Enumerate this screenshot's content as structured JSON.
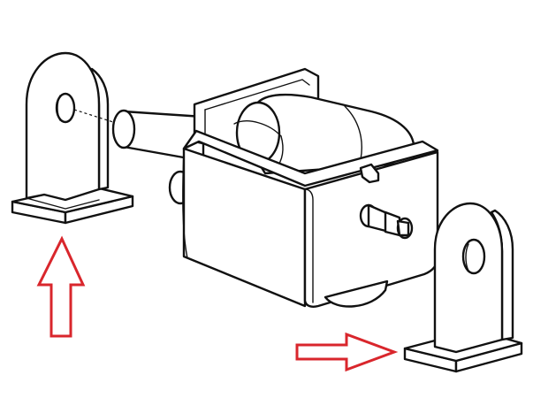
{
  "colors": {
    "line": "#111111",
    "background": "#ffffff",
    "arrow": "#d9262c"
  },
  "figure": {
    "parts": [
      "left-mounting-bracket",
      "solenoid-valve",
      "right-mounting-bracket"
    ],
    "arrows": [
      {
        "name": "up-arrow",
        "direction": "up",
        "target": "left-mounting-bracket"
      },
      {
        "name": "right-arrow",
        "direction": "right",
        "target": "right-mounting-bracket"
      }
    ]
  }
}
